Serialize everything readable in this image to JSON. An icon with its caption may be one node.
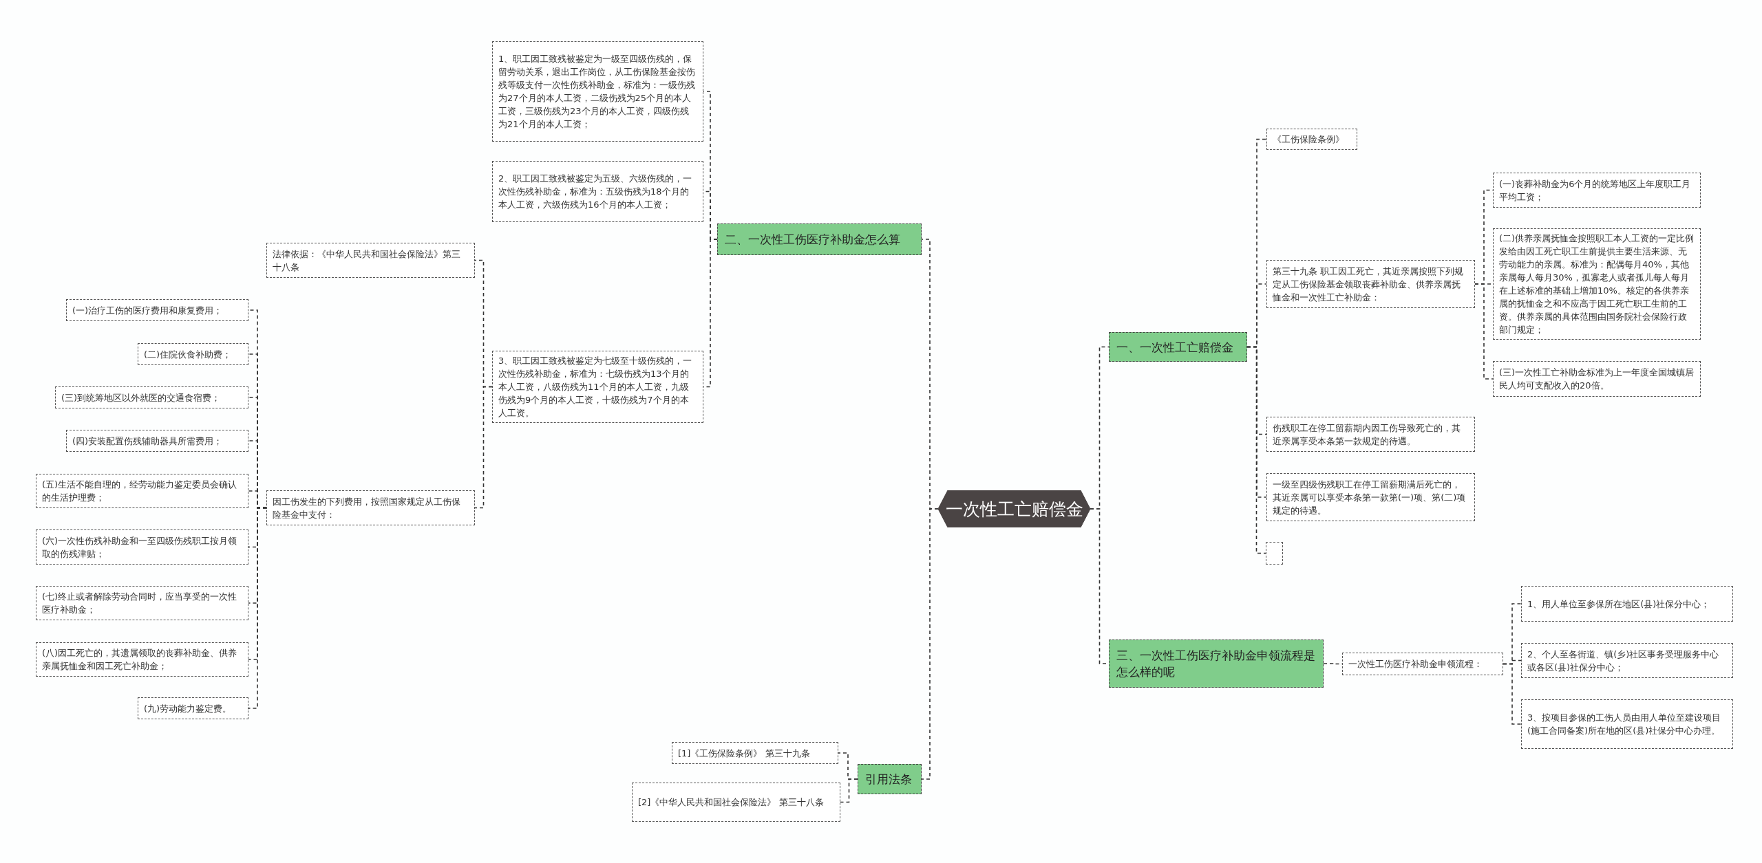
{
  "diagram": {
    "nodes": [
      {
        "text": [
          "一次性工亡赔偿金"
        ]
      },
      {
        "text": [
          "二、一次性工伤医疗补助金怎么算"
        ]
      },
      {
        "text": [
          "1、职工因工致残被鉴定为一级至四级伤残的，保留劳动关系，退出工作岗位，从工伤保险基金按伤残等级支付一次性伤残补助金，标准为：一级伤残为27个月的本人工资，二级伤残为25个月的本人工资，三级伤残为23个月的本人工资，四级伤残为21个月的本人工资；"
        ]
      },
      {
        "text": [
          "2、职工因工致残被鉴定为五级、六级伤残的，一次性伤残补助金，标准为：五级伤残为18个月的本人工资，六级伤残为16个月的本人工资；"
        ]
      },
      {
        "text": [
          "3、职工因工致残被鉴定为七级至十级伤残的，一次性伤残补助金，标准为：七级伤残为13个月的本人工资，八级伤残为11个月的本人工资，九级伤残为9个月的本人工资，十级伤残为7个月的本人工资。"
        ]
      },
      {
        "text": [
          "法律依据：《中华人民共和国社会保险法》第三十八条"
        ]
      },
      {
        "text": [
          "因工伤发生的下列费用，按照国家规定从工伤保险基金中支付："
        ]
      },
      {
        "text": [
          "(一)治疗工伤的医疗费用和康复费用；"
        ]
      },
      {
        "text": [
          "(二)住院伙食补助费；"
        ]
      },
      {
        "text": [
          "(三)到统筹地区以外就医的交通食宿费；"
        ]
      },
      {
        "text": [
          "(四)安装配置伤残辅助器具所需费用；"
        ]
      },
      {
        "text": [
          "(五)生活不能自理的，经劳动能力鉴定委员会确认的生活护理费；"
        ]
      },
      {
        "text": [
          "(六)一次性伤残补助金和一至四级伤残职工按月领取的伤残津贴；"
        ]
      },
      {
        "text": [
          "(七)终止或者解除劳动合同时，应当享受的一次性医疗补助金；"
        ]
      },
      {
        "text": [
          "(八)因工死亡的，其遗属领取的丧葬补助金、供养亲属抚恤金和因工死亡补助金；"
        ]
      },
      {
        "text": [
          "(九)劳动能力鉴定费。"
        ]
      },
      {
        "text": [
          "引用法条"
        ]
      },
      {
        "text": [
          "[1]《工伤保险条例》 第三十九条"
        ]
      },
      {
        "text": [
          "[2]《中华人民共和国社会保险法》 第三十八条"
        ]
      },
      {
        "text": [
          "一、一次性工亡赔偿金"
        ]
      },
      {
        "text": [
          "《工伤保险条例》"
        ]
      },
      {
        "text": [
          "第三十九条 职工因工死亡，其近亲属按照下列规定从工伤保险基金领取丧葬补助金、供养亲属抚恤金和一次性工亡补助金："
        ]
      },
      {
        "text": [
          "(一)丧葬补助金为6个月的统筹地区上年度职工月平均工资；"
        ]
      },
      {
        "text": [
          "(二)供养亲属抚恤金按照职工本人工资的一定比例发给由因工死亡职工生前提供主要生活来源、无劳动能力的亲属。标准为：配偶每月40%，其他亲属每人每月30%，孤寡老人或者孤儿每人每月在上述标准的基础上增加10%。核定的各供养亲属的抚恤金之和不应高于因工死亡职工生前的工资。供养亲属的具体范围由国务院社会保险行政部门规定；"
        ]
      },
      {
        "text": [
          "(三)一次性工亡补助金标准为上一年度全国城镇居民人均可支配收入的20倍。"
        ]
      },
      {
        "text": [
          "伤残职工在停工留薪期内因工伤导致死亡的，其近亲属享受本条第一款规定的待遇。"
        ]
      },
      {
        "text": [
          "一级至四级伤残职工在停工留薪期满后死亡的，其近亲属可以享受本条第一款第(一)项、第(二)项规定的待遇。"
        ]
      },
      {
        "text": [],
        "shape": "box"
      },
      {
        "text": [
          "三、一次性工伤医疗补助金申领流程是怎么样的呢"
        ]
      },
      {
        "text": [
          "一次性工伤医疗补助金申领流程："
        ]
      },
      {
        "text": [
          "1、用人单位至参保所在地区(县)社保分中心；"
        ]
      },
      {
        "text": [
          "2、个人至各街道、镇(乡)社区事务受理服务中心或各区(县)社保分中心；"
        ]
      },
      {
        "text": [
          "3、按项目参保的工伤人员由用人单位至建设项目(施工合同备案)所在地的区(县)社保分中心办理。"
        ]
      }
    ],
    "edges": [
      {
        "from": 0,
        "to": 1,
        "arrow": "none"
      },
      {
        "from": 1,
        "to": 2,
        "arrow": "none"
      },
      {
        "from": 1,
        "to": 3,
        "arrow": "none"
      },
      {
        "from": 1,
        "to": 4,
        "arrow": "none"
      },
      {
        "from": 4,
        "to": 5,
        "arrow": "none"
      },
      {
        "from": 4,
        "to": 6,
        "arrow": "none"
      },
      {
        "from": 6,
        "to": 7,
        "arrow": "none"
      },
      {
        "from": 6,
        "to": 8,
        "arrow": "none"
      },
      {
        "from": 6,
        "to": 9,
        "arrow": "none"
      },
      {
        "from": 6,
        "to": 10,
        "arrow": "none"
      },
      {
        "from": 6,
        "to": 11,
        "arrow": "none"
      },
      {
        "from": 6,
        "to": 12,
        "arrow": "none"
      },
      {
        "from": 6,
        "to": 13,
        "arrow": "none"
      },
      {
        "from": 6,
        "to": 14,
        "arrow": "none"
      },
      {
        "from": 6,
        "to": 15,
        "arrow": "none"
      },
      {
        "from": 0,
        "to": 16,
        "arrow": "none"
      },
      {
        "from": 16,
        "to": 17,
        "arrow": "none"
      },
      {
        "from": 16,
        "to": 18,
        "arrow": "none"
      },
      {
        "from": 0,
        "to": 19,
        "arrow": "none"
      },
      {
        "from": 19,
        "to": 20,
        "arrow": "none"
      },
      {
        "from": 19,
        "to": 21,
        "arrow": "none"
      },
      {
        "from": 21,
        "to": 22,
        "arrow": "none"
      },
      {
        "from": 21,
        "to": 23,
        "arrow": "none"
      },
      {
        "from": 21,
        "to": 24,
        "arrow": "none"
      },
      {
        "from": 19,
        "to": 25,
        "arrow": "none"
      },
      {
        "from": 19,
        "to": 26,
        "arrow": "none"
      },
      {
        "from": 19,
        "to": 27,
        "arrow": "none"
      },
      {
        "from": 0,
        "to": 28,
        "arrow": "none"
      },
      {
        "from": 28,
        "to": 29,
        "arrow": "none"
      },
      {
        "from": 29,
        "to": 30,
        "arrow": "none"
      },
      {
        "from": 29,
        "to": 31,
        "arrow": "none"
      },
      {
        "from": 29,
        "to": 32,
        "arrow": "none"
      }
    ]
  }
}
